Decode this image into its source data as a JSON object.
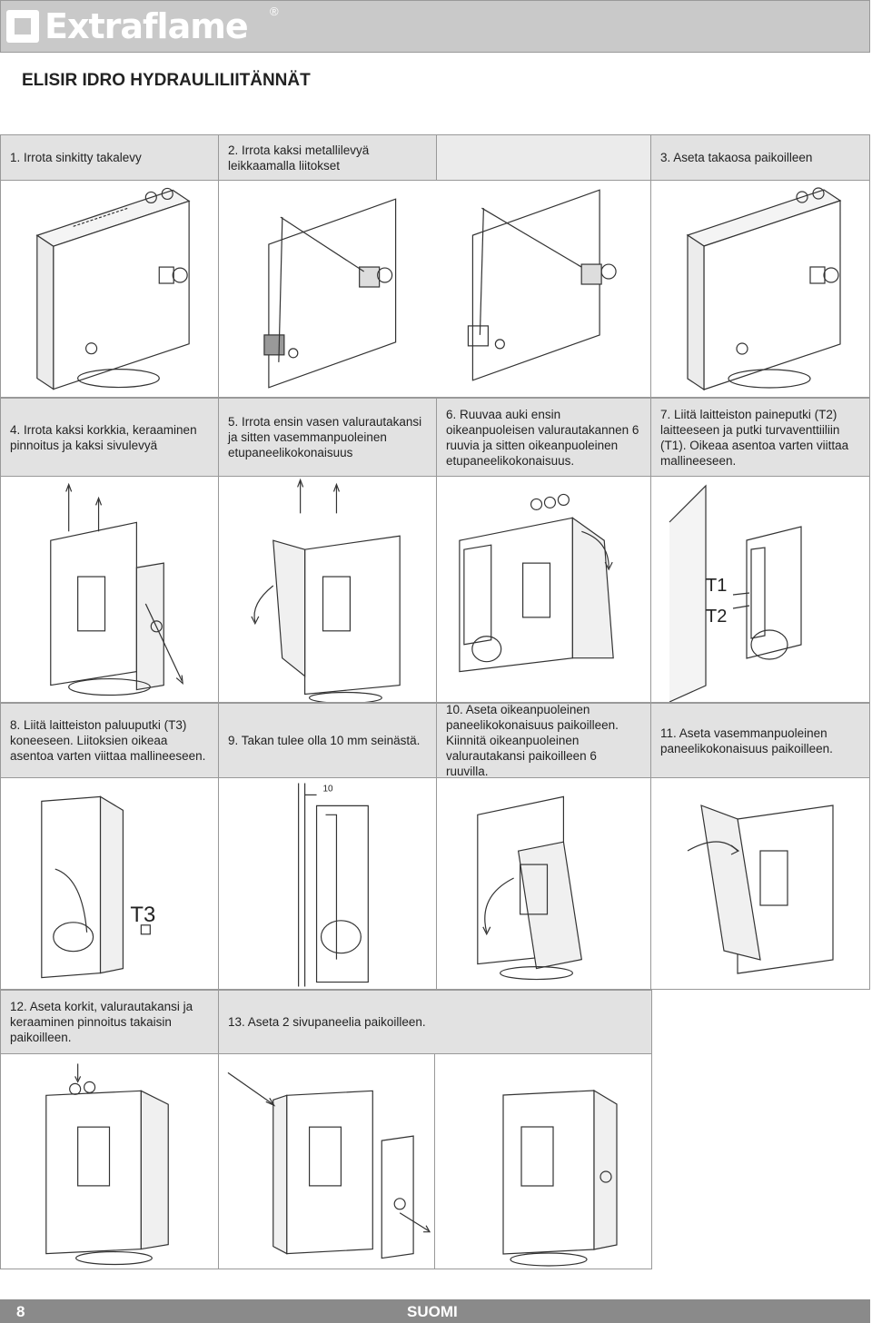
{
  "brand": {
    "name": "Extraflame",
    "reg": "®"
  },
  "title": "ELISIR IDRO HYDRAULILIITÄNNÄT",
  "steps": [
    {
      "id": "1",
      "text": "1. Irrota sinkitty takalevy"
    },
    {
      "id": "2",
      "text": "2. Irrota kaksi metallilevyä leikkaamalla liitokset"
    },
    {
      "id": "3",
      "text": "3. Aseta takaosa paikoilleen"
    },
    {
      "id": "4",
      "text": "4. Irrota kaksi korkkia, keraaminen pinnoitus ja kaksi sivulevyä"
    },
    {
      "id": "5",
      "text": "5. Irrota ensin vasen valurautakansi ja sitten vasemmanpuoleinen etupaneelikokonaisuus"
    },
    {
      "id": "6",
      "text": "6. Ruuvaa auki ensin oikeanpuoleisen valurautakannen 6 ruuvia ja sitten oikeanpuoleinen etupaneelikokonaisuus."
    },
    {
      "id": "7",
      "text": "7. Liitä laitteiston paineputki (T2) laitteeseen ja putki turvaventtiiliin (T1). Oikeaa asentoa varten viittaa mallineeseen."
    },
    {
      "id": "8",
      "text": "8. Liitä laitteiston paluuputki (T3) koneeseen. Liitoksien oikeaa asentoa varten viittaa mallineeseen."
    },
    {
      "id": "9",
      "text": "9. Takan tulee olla 10 mm seinästä."
    },
    {
      "id": "10",
      "text": "10. Aseta oikeanpuoleinen paneelikokonaisuus paikoilleen. Kiinnitä oikeanpuoleinen valurautakansi paikoilleen 6 ruuvilla."
    },
    {
      "id": "11",
      "text": "11. Aseta vasemmanpuoleinen paneelikokonaisuus paikoilleen."
    },
    {
      "id": "12",
      "text": "12. Aseta korkit, valurautakansi ja keraaminen pinnoitus takaisin paikoilleen."
    },
    {
      "id": "13",
      "text": "13. Aseta 2 sivupaneelia paikoilleen."
    }
  ],
  "labels": {
    "t1": "T1",
    "t2": "T2",
    "t3": "T3",
    "ten": "10"
  },
  "footer": {
    "page": "8",
    "language": "SUOMI"
  },
  "colors": {
    "header": "#c9c9c9",
    "cell_head": "#e2e2e2",
    "footer": "#8a8a8a"
  }
}
